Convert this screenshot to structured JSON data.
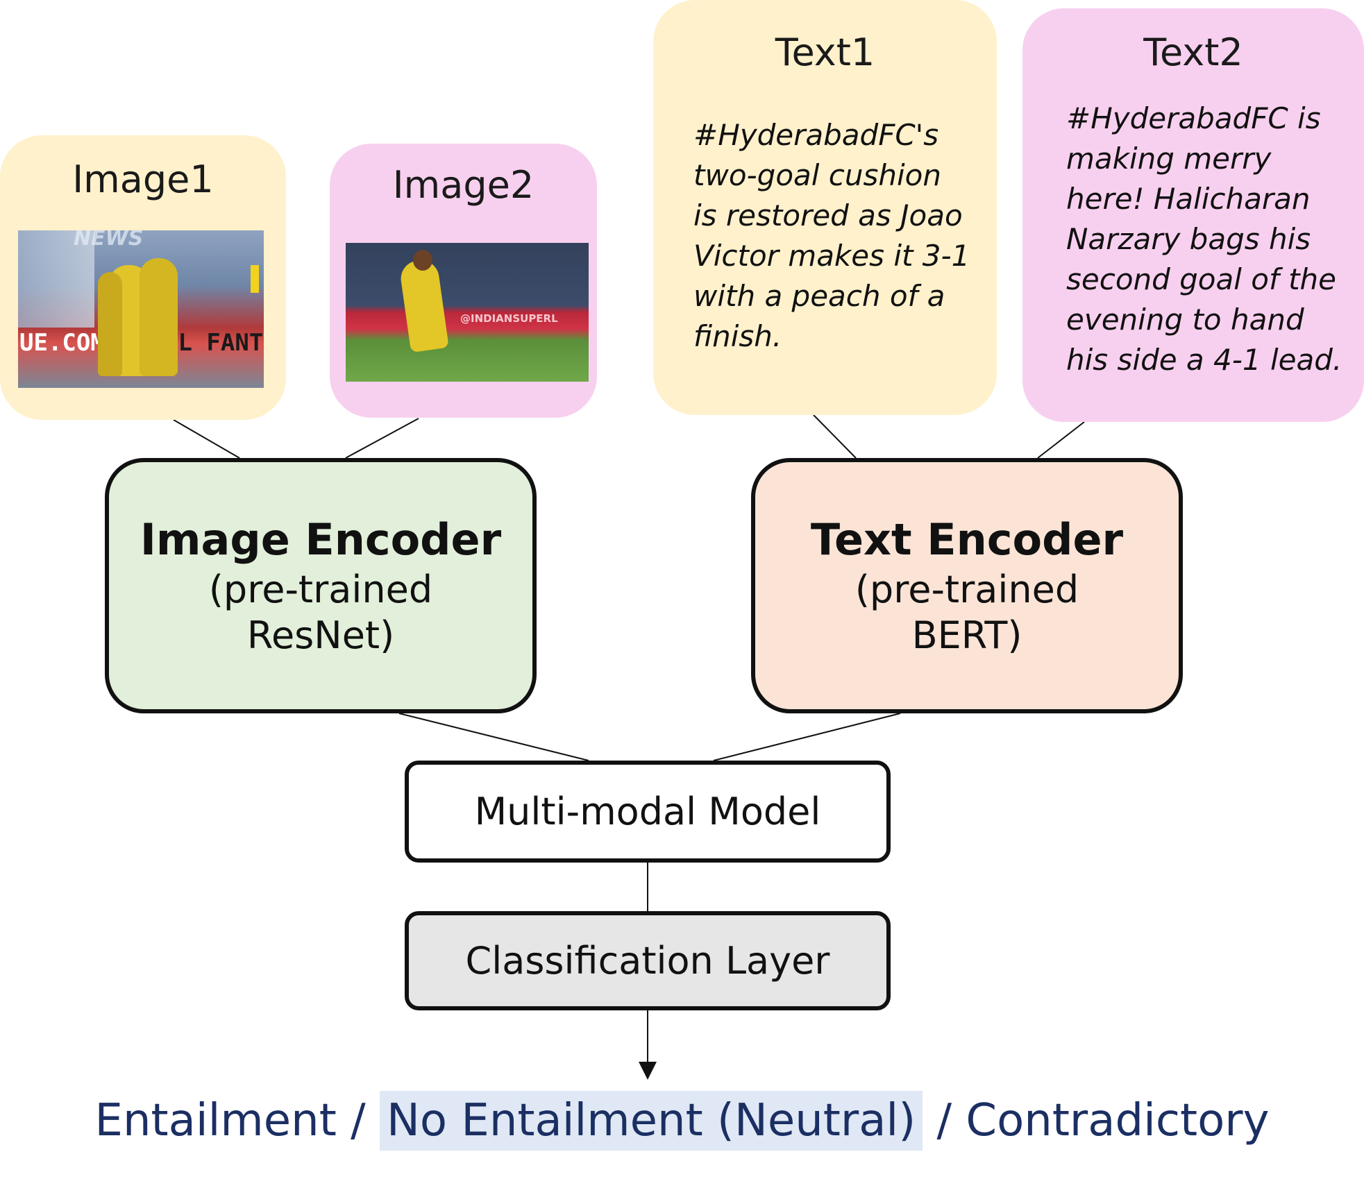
{
  "inputs": {
    "image1": {
      "title": "Image1",
      "bg": "#fff1cc",
      "photo_text_top": "NEWS",
      "photo_text_left": "UE.COM",
      "photo_text_right": "SL FANT"
    },
    "image2": {
      "title": "Image2",
      "bg": "#f8d0ef",
      "photo_banner": "@INDIANSUPERL"
    },
    "text1": {
      "title": "Text1",
      "bg": "#fff1cc",
      "body": "#HyderabadFC's two-goal cushion is restored as Joao Victor makes it 3-1 with a peach of a finish."
    },
    "text2": {
      "title": "Text2",
      "bg": "#f8d0ef",
      "body": "#HyderabadFC is making merry here! Halicharan Narzary bags his second goal of the evening to hand his side a 4-1 lead."
    }
  },
  "image_encoder": {
    "title": "Image Encoder",
    "subtitle_line1": "(pre-trained",
    "subtitle_line2": "ResNet)",
    "bg": "#e2efda"
  },
  "text_encoder": {
    "title": "Text Encoder",
    "subtitle_line1": "(pre-trained",
    "subtitle_line2": "BERT)",
    "bg": "#fbe4d6"
  },
  "multimodal": {
    "label": "Multi-modal Model",
    "bg": "#ffffff"
  },
  "classifier": {
    "label": "Classification Layer",
    "bg": "#e6e6e6"
  },
  "outcome": {
    "part1": "Entailment / ",
    "part2": "No Entailment (Neutral)",
    "part3": " / Contradictory",
    "color": "#1b2f63",
    "highlight": "#dfe8f4"
  }
}
